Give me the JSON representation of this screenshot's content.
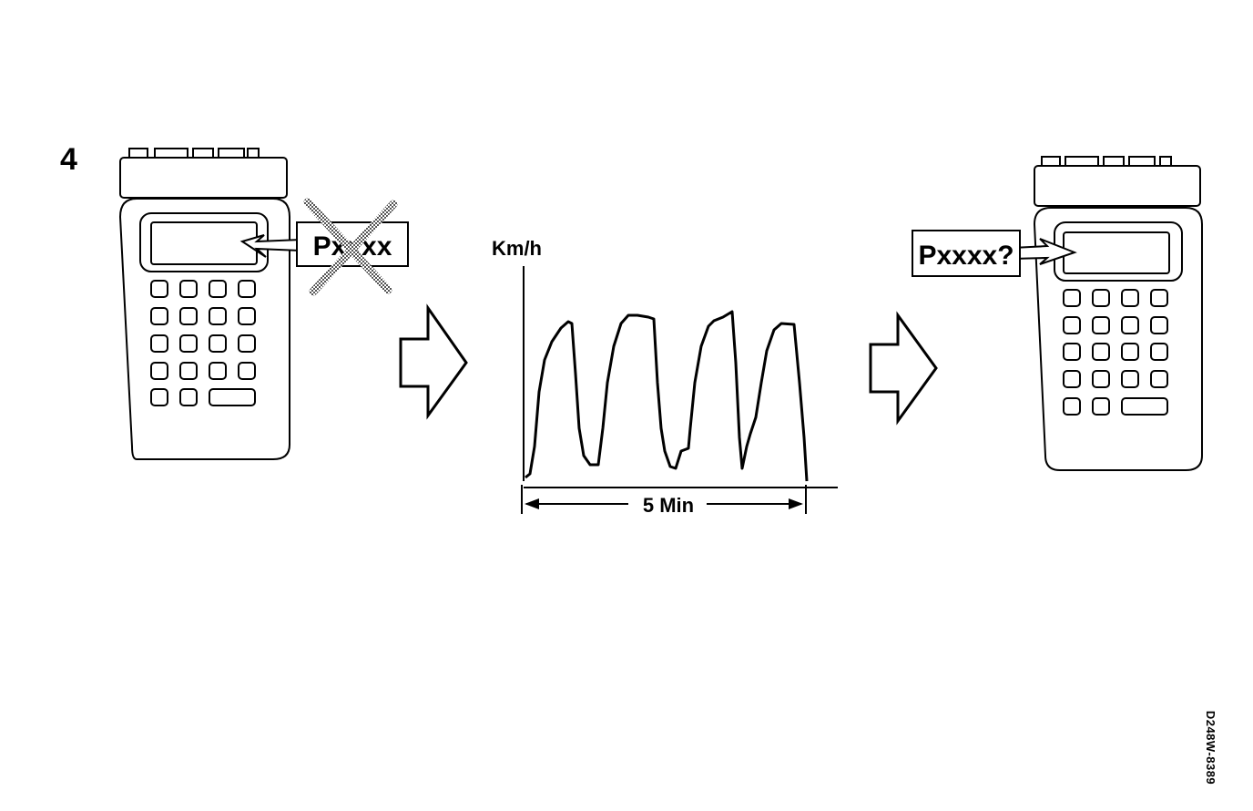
{
  "step_number": "4",
  "left_tester": {
    "icon": "diagnostic-tester-icon",
    "message": "Pxxxx",
    "message_state": "crossed-out"
  },
  "right_tester": {
    "icon": "diagnostic-tester-icon",
    "message": "Pxxxx?"
  },
  "arrows": [
    "right-arrow-icon",
    "right-arrow-icon"
  ],
  "drive_chart": {
    "ylabel": "Km/h",
    "xlabel": "5 Min"
  },
  "reference_code": "D248W-8389",
  "colors": {
    "ink": "#000000",
    "background": "#ffffff",
    "cross": "#808080"
  }
}
